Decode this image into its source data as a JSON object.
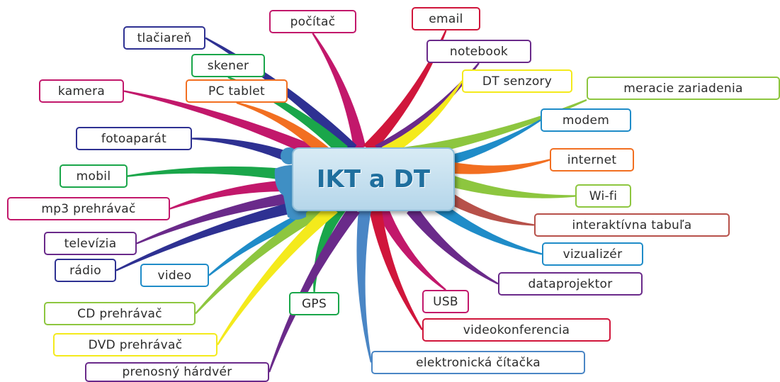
{
  "center": {
    "label": "IKT a DT"
  },
  "nodes": [
    {
      "id": "pocitac",
      "label": "počítač",
      "color": "#c2186b"
    },
    {
      "id": "email",
      "label": "email",
      "color": "#d0163b"
    },
    {
      "id": "tlaciaren",
      "label": "tlačiareň",
      "color": "#2e3192"
    },
    {
      "id": "notebook",
      "label": "notebook",
      "color": "#6a2a8a"
    },
    {
      "id": "skener",
      "label": "skener",
      "color": "#1aa64a"
    },
    {
      "id": "dt-senzory",
      "label": "DT senzory",
      "color": "#f4ea1c"
    },
    {
      "id": "meracie-zariadenia",
      "label": "meracie zariadenia",
      "color": "#8dc63f"
    },
    {
      "id": "kamera",
      "label": "kamera",
      "color": "#c2186b"
    },
    {
      "id": "pc-tablet",
      "label": "PC tablet",
      "color": "#f26f21"
    },
    {
      "id": "modem",
      "label": "modem",
      "color": "#1f8cc8"
    },
    {
      "id": "fotoaparat",
      "label": "fotoaparát",
      "color": "#2e3192"
    },
    {
      "id": "internet",
      "label": "internet",
      "color": "#f26f21"
    },
    {
      "id": "mobil",
      "label": "mobil",
      "color": "#1aa64a"
    },
    {
      "id": "wi-fi",
      "label": "Wi-fi",
      "color": "#8dc63f"
    },
    {
      "id": "mp3-prehravac",
      "label": "mp3 prehrávač",
      "color": "#c2186b"
    },
    {
      "id": "interaktivna-tabula",
      "label": "interaktívna tabuľa",
      "color": "#b7514a"
    },
    {
      "id": "televizia",
      "label": "televízia",
      "color": "#6a2a8a"
    },
    {
      "id": "vizualizer",
      "label": "vizualizér",
      "color": "#1f8cc8"
    },
    {
      "id": "radio",
      "label": "rádio",
      "color": "#2e3192"
    },
    {
      "id": "video",
      "label": "video",
      "color": "#1f8cc8"
    },
    {
      "id": "dataprojektor",
      "label": "dataprojektor",
      "color": "#6a2a8a"
    },
    {
      "id": "gps",
      "label": "GPS",
      "color": "#1aa64a"
    },
    {
      "id": "usb",
      "label": "USB",
      "color": "#c2186b"
    },
    {
      "id": "cd-prehravac",
      "label": "CD prehrávač",
      "color": "#8dc63f"
    },
    {
      "id": "videokonferencia",
      "label": "videokonferencia",
      "color": "#d0163b"
    },
    {
      "id": "dvd-prehravac",
      "label": "DVD prehrávač",
      "color": "#f4ea1c"
    },
    {
      "id": "elektronicka-citacka",
      "label": "elektronická čítačka",
      "color": "#4a86c5"
    },
    {
      "id": "prenosny-hardver",
      "label": "prenosný hárdvér",
      "color": "#6a2a8a"
    }
  ]
}
